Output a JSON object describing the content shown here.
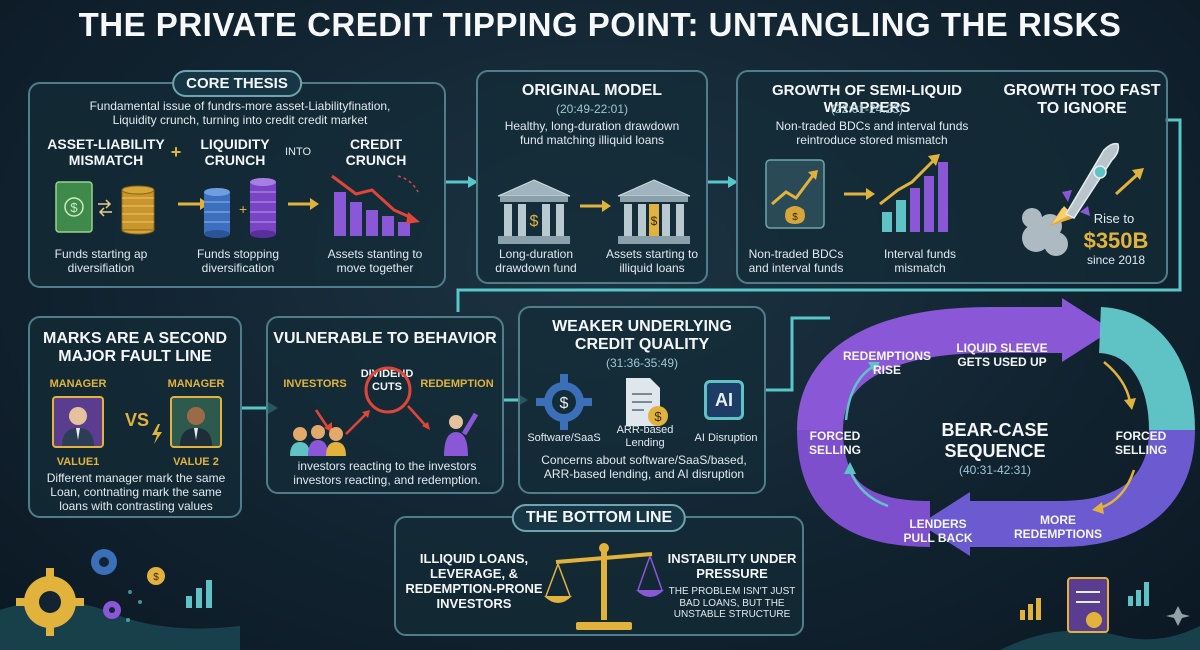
{
  "title": "THE PRIVATE CREDIT TIPPING POINT: UNTANGLING THE RISKS",
  "core": {
    "pill": "CORE THESIS",
    "desc": "Fundamental issue of fundrs-more asset-Liabilityfination, Liquidity crunch, turning into credit credit market",
    "h1": "ASSET-LIABILITY MISMATCH",
    "plus": "+",
    "h2": "LIQUIDITY CRUNCH",
    "into": "INTO",
    "h3": "CREDIT CRUNCH",
    "c1": "Funds starting ap diversifiation",
    "c2": "Funds stopping diversification",
    "c3": "Assets stanting to move together"
  },
  "original": {
    "title": "ORIGINAL MODEL",
    "time": "(20:49-22:01)",
    "desc": "Healthy, long-duration drawdown fund matching illiquid loans",
    "c1": "Long-duration drawdown fund",
    "c2": "Assets starting to illiquid loans"
  },
  "growth": {
    "title": "GROWTH OF SEMI-LIQUID WRAPPERS",
    "time": "(22:01-24:23)",
    "desc": "Non-traded BDCs and interval funds reintroduce stored mismatch",
    "c1": "Non-traded BDCs and interval funds",
    "c2": "Interval funds mismatch",
    "side_title": "GROWTH TOO FAST TO IGNORE",
    "rise": "Rise to",
    "amount": "$350B",
    "since": "since 2018"
  },
  "marks": {
    "title": "MARKS ARE A SECOND MAJOR FAULT LINE",
    "m1": "MANAGER",
    "m2": "MANAGER",
    "vs": "VS",
    "v1": "VALUE1",
    "v2": "VALUE 2",
    "desc": "Different manager mark the same Loan, contnating mark the same loans with contrasting values"
  },
  "behavior": {
    "title": "VULNERABLE TO BEHAVIOR",
    "investors": "INVESTORS",
    "dividend": "DIVIDEND CUTS",
    "redemption": "REDEMPTION",
    "desc": "investors reacting to the investors investors reacting, and redemption."
  },
  "weaker": {
    "title": "WEAKER UNDERLYING CREDIT QUALITY",
    "time": "(31:36-35:49)",
    "i1": "Software/SaaS",
    "i2": "ARR-based Lending",
    "i3": "AI Disruption",
    "ai": "AI",
    "desc": "Concerns about software/SaaS/based, ARR-based lending, and AI disruption"
  },
  "cycle": {
    "center1": "BEAR-CASE",
    "center2": "SEQUENCE",
    "time": "(40:31-42:31)",
    "s1": "REDEMPTIONS RISE",
    "s2": "LIQUID SLEEVE GETS USED UP",
    "s3": "FORCED SELLING",
    "s4": "MORE REDEMPTIONS",
    "s5": "LENDERS PULL BACK",
    "s6": "FORCED SELLING"
  },
  "bottom": {
    "pill": "THE BOTTOM LINE",
    "left": "ILLIQUID LOANS, LEVERAGE, & REDEMPTION-PRONE INVESTORS",
    "right_title": "INSTABILITY UNDER PRESSURE",
    "right_sub": "THE PROBLEM ISN'T JUST BAD LOANS, BUT THE UNSTABLE STRUCTURE"
  },
  "colors": {
    "accent": "#5fc3c6",
    "gold": "#e2b33c",
    "purple": "#8a57d6",
    "red": "#e0453a"
  }
}
